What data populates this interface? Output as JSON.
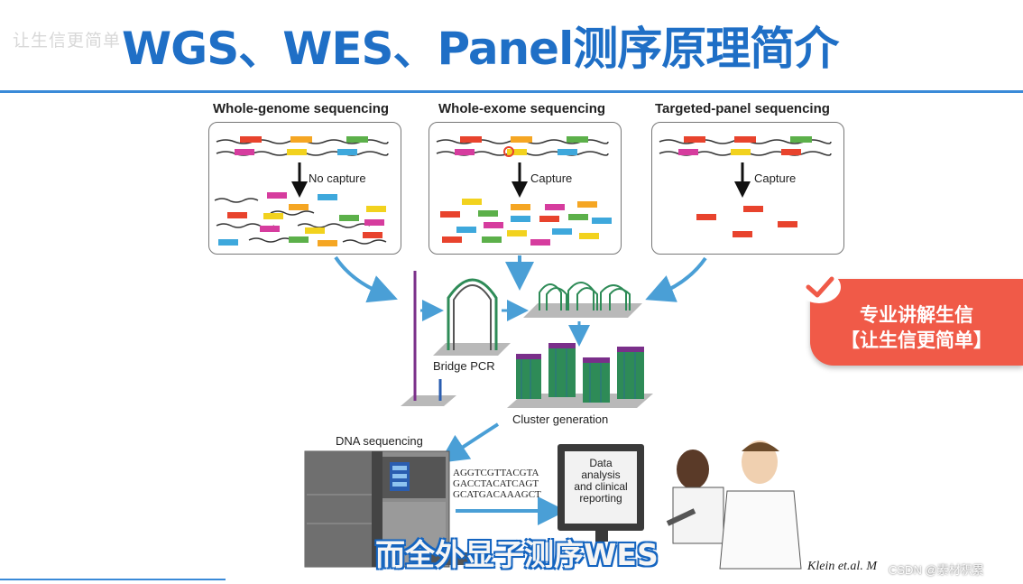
{
  "watermark_top_left": "让生信更简单",
  "title": "WGS、WES、Panel测序原理简介",
  "panels": [
    {
      "title": "Whole-genome sequencing",
      "step": "No capture"
    },
    {
      "title": "Whole-exome sequencing",
      "step": "Capture"
    },
    {
      "title": "Targeted-panel sequencing",
      "step": "Capture"
    }
  ],
  "workflow": {
    "bridge_pcr": "Bridge PCR",
    "cluster_generation": "Cluster generation",
    "dna_sequencing": "DNA sequencing",
    "sequence_read": "AGGTCGTTACGTA\nGACCTACATCAGT\nGCATGACAAAGCT",
    "monitor_text": "Data\nanalysis\nand clinical\nreporting"
  },
  "callout": {
    "line1": "专业讲解生信",
    "line2": "【让生信更简单】"
  },
  "subtitle": "而全外显子测序WES",
  "citation": "Klein et.al. M",
  "watermark_bottom_right": "CSDN @素材积累",
  "colors": {
    "title_blue": "#1f6fc6",
    "callout_red": "#f05a48",
    "arrow_blue": "#4a9fd6",
    "fragment_red": "#e8432d",
    "fragment_orange": "#f5a623",
    "fragment_green": "#5cb04a",
    "fragment_blue": "#3ea8dc",
    "fragment_magenta": "#d63c9e",
    "fragment_yellow": "#f2d21e"
  }
}
